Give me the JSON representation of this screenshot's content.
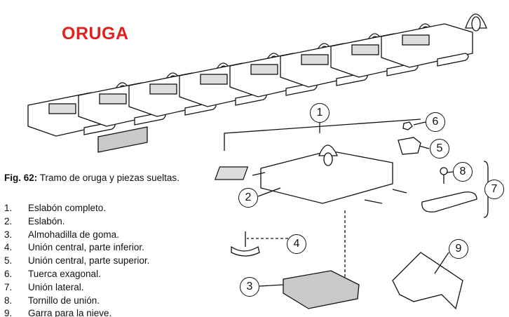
{
  "title": "ORUGA",
  "caption": {
    "label": "Fig. 62:",
    "text": "Tramo de oruga y piezas sueltas."
  },
  "parts": [
    {
      "num": "1.",
      "name": "Eslabón completo."
    },
    {
      "num": "2.",
      "name": "Eslabón."
    },
    {
      "num": "3.",
      "name": "Almohadilla de goma."
    },
    {
      "num": "4.",
      "name": "Unión central, parte inferior."
    },
    {
      "num": "5.",
      "name": "Unión central, parte superior."
    },
    {
      "num": "6.",
      "name": "Tuerca exagonal."
    },
    {
      "num": "7.",
      "name": "Unión lateral."
    },
    {
      "num": "8.",
      "name": "Tornillo de unión."
    },
    {
      "num": "9.",
      "name": "Garra para la nieve."
    }
  ],
  "callouts": [
    "1",
    "2",
    "3",
    "4",
    "5",
    "6",
    "7",
    "8",
    "9"
  ],
  "colors": {
    "title": "#e2211c"
  }
}
